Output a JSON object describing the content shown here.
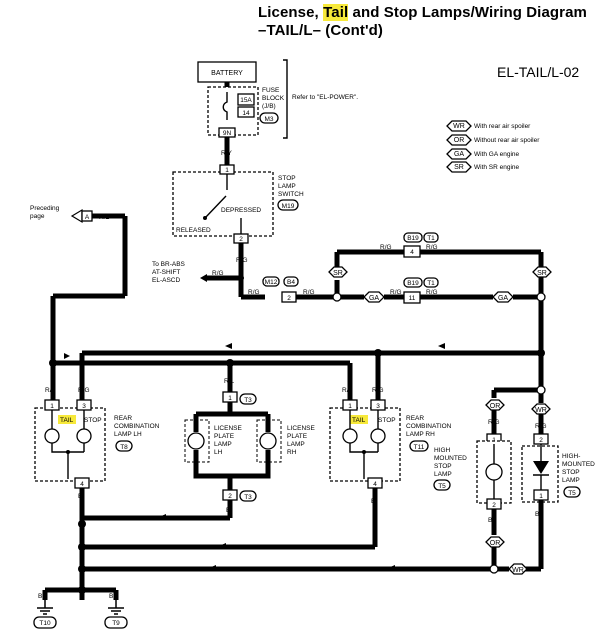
{
  "header": {
    "line1_a": "License, ",
    "line1_tail": "Tail",
    "line1_b": " and Stop Lamps/Wiring Diagram",
    "line2": "–TAIL/L– (Cont'd)",
    "code": "EL-TAIL/L-02"
  },
  "legend": [
    {
      "abbr": "WR",
      "text": "With rear air spoiler"
    },
    {
      "abbr": "OR",
      "text": "Without rear air spoiler"
    },
    {
      "abbr": "GA",
      "text": "With GA engine"
    },
    {
      "abbr": "SR",
      "text": "With SR engine"
    }
  ],
  "battery": {
    "label": "BATTERY"
  },
  "fuse": {
    "amp": "15A",
    "num": "14",
    "label1": "FUSE",
    "label2": "BLOCK",
    "label3": "(J/B)",
    "conn": "M3",
    "terminal": "9N",
    "refer": "Refer to \"EL-POWER\"."
  },
  "stop_switch": {
    "label1": "STOP",
    "label2": "LAMP",
    "label3": "SWITCH",
    "conn": "M19",
    "pin_in": "1",
    "pin_out": "2",
    "depressed": "DEPRESSED",
    "released": "RELEASED"
  },
  "wires": {
    "ry": "R/Y",
    "rg": "R/G",
    "rl": "R/L",
    "b": "B"
  },
  "preceding": {
    "line1": "Preceding",
    "line2": "page",
    "conn": "A"
  },
  "to_br": {
    "line1": "To BR-ABS",
    "line2": "AT-SHIFT",
    "line3": "EL-ASCD"
  },
  "connectors": {
    "m12": "M12",
    "b4": "B4",
    "pin2": "2",
    "b19": "B19",
    "t1": "T1",
    "pin4": "4",
    "pin11": "11"
  },
  "options": {
    "sr": "SR",
    "ga": "GA",
    "or": "OR",
    "wr": "WR"
  },
  "rear_lh": {
    "pin1": "1",
    "pin3": "3",
    "pin4": "4",
    "tail": "TAIL",
    "stop": "STOP",
    "label1": "REAR",
    "label2": "COMBINATION",
    "label3": "LAMP LH",
    "conn": "T8"
  },
  "license": {
    "pin1": "1",
    "pin2": "2",
    "conn": "T3",
    "lh1": "LICENSE",
    "lh2": "PLATE",
    "lh3": "LAMP",
    "lh4": "LH",
    "rh1": "LICENSE",
    "rh2": "PLATE",
    "rh3": "LAMP",
    "rh4": "RH"
  },
  "rear_rh": {
    "pin1": "1",
    "pin3": "3",
    "pin4": "4",
    "tail": "TAIL",
    "stop": "STOP",
    "label1": "REAR",
    "label2": "COMBINATION",
    "label3": "LAMP RH",
    "conn": "T11"
  },
  "hmsl_or": {
    "pin1": "1",
    "pin2": "2",
    "label1": "HIGH",
    "label2": "MOUNTED",
    "label3": "STOP",
    "label4": "LAMP",
    "conn": "T5"
  },
  "hmsl_wr": {
    "pin1": "1",
    "pin2": "2",
    "label1": "HIGH-",
    "label2": "MOUNTED",
    "label3": "STOP",
    "label4": "LAMP",
    "conn": "T5"
  },
  "grounds": {
    "g1": "T10",
    "g2": "T9"
  }
}
